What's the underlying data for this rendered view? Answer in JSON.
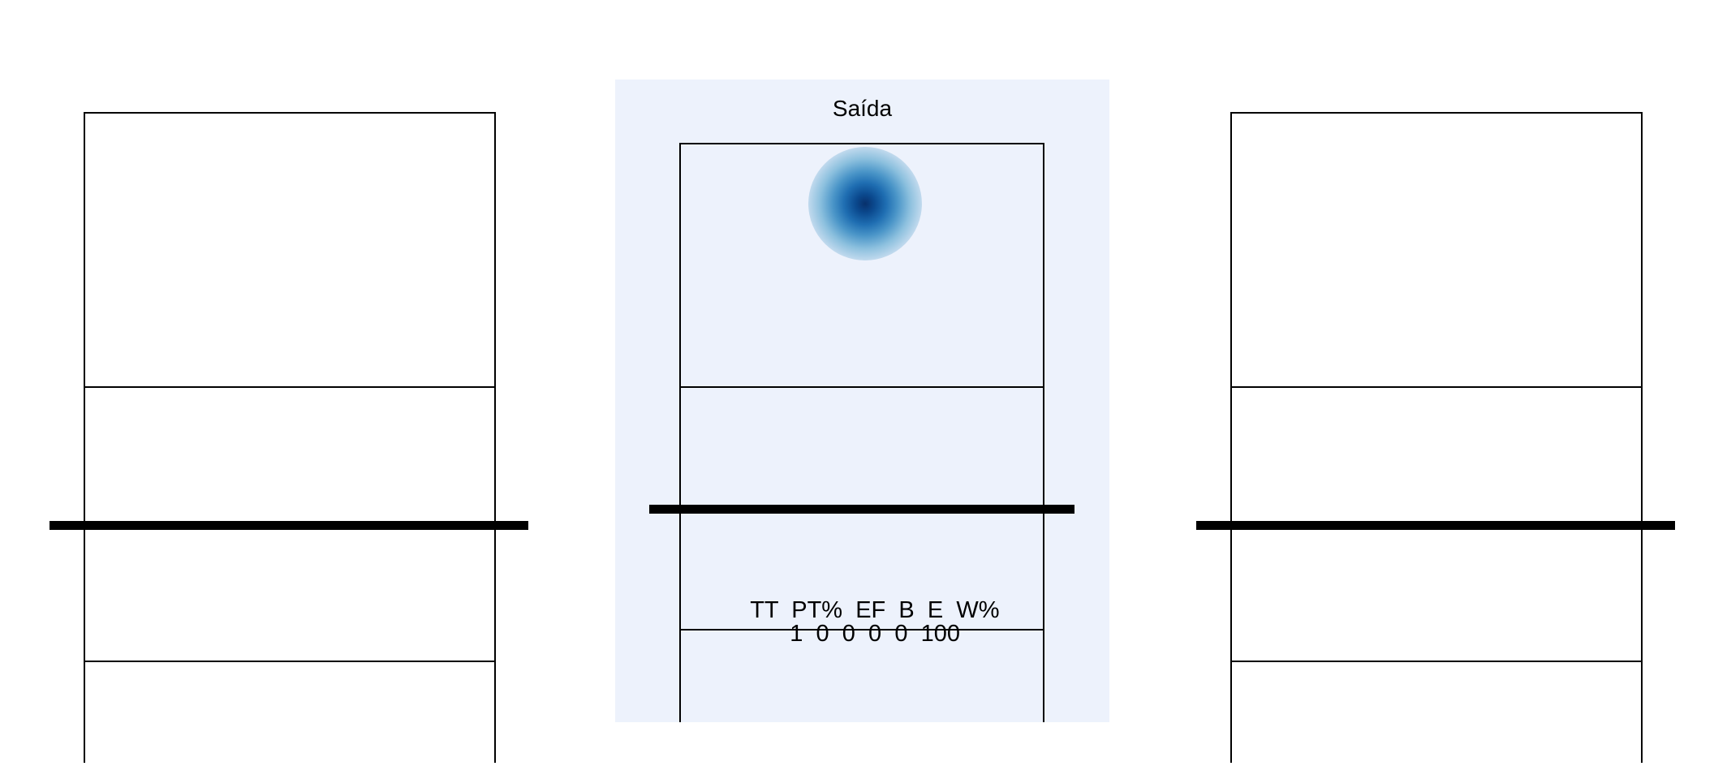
{
  "panels": [
    {
      "title": "",
      "has_heatmap": false
    },
    {
      "title": "Saída",
      "has_heatmap": true,
      "stats": {
        "headers": [
          "TT",
          "PT%",
          "EF",
          "B",
          "E",
          "W%"
        ],
        "values": [
          1,
          0,
          0,
          0,
          0,
          100
        ]
      }
    },
    {
      "title": "",
      "has_heatmap": false
    }
  ],
  "chart_data": {
    "type": "heatmap",
    "title": "Saída",
    "description_free": true,
    "series": [
      {
        "zone": "back-court-center",
        "density": "peak"
      }
    ],
    "colors": {
      "background": "#edf2fc",
      "peak": "#08306b",
      "mid": "#4a95c8",
      "low": "#c6dcef"
    },
    "stats_table": {
      "columns": [
        "TT",
        "PT%",
        "EF",
        "B",
        "E",
        "W%"
      ],
      "row": [
        1,
        0,
        0,
        0,
        0,
        100
      ]
    }
  }
}
